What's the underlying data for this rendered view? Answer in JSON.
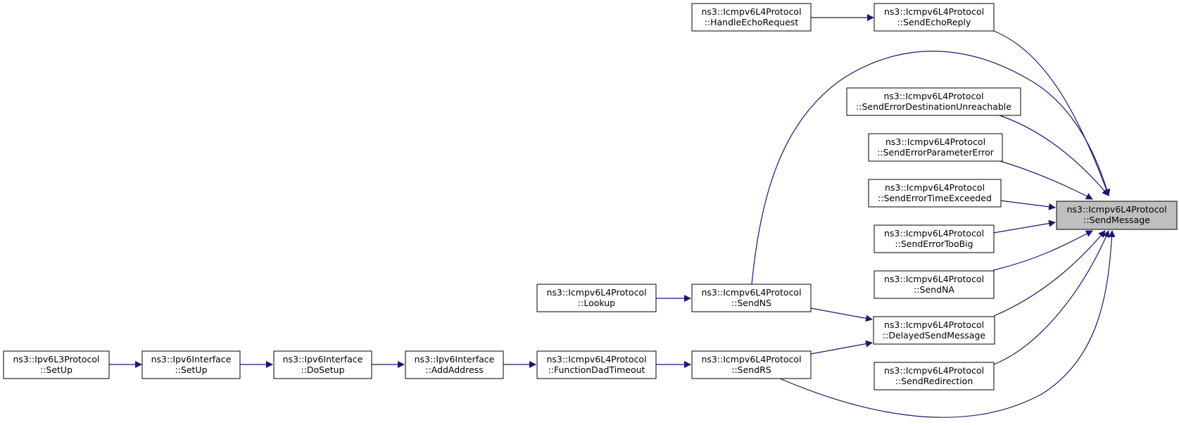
{
  "colors": {
    "edge": "#191970",
    "node_fill": "#ffffff",
    "focus_fill": "#bfbfbf",
    "node_border": "#000000"
  },
  "nodes": {
    "send_message": {
      "line1": "ns3::Icmpv6L4Protocol",
      "line2": "::SendMessage",
      "highlight": true
    },
    "send_echo_reply": {
      "line1": "ns3::Icmpv6L4Protocol",
      "line2": "::SendEchoReply"
    },
    "handle_echo_request": {
      "line1": "ns3::Icmpv6L4Protocol",
      "line2": "::HandleEchoRequest"
    },
    "send_error_dest_unreach": {
      "line1": "ns3::Icmpv6L4Protocol",
      "line2": "::SendErrorDestinationUnreachable"
    },
    "send_error_param": {
      "line1": "ns3::Icmpv6L4Protocol",
      "line2": "::SendErrorParameterError"
    },
    "send_error_time": {
      "line1": "ns3::Icmpv6L4Protocol",
      "line2": "::SendErrorTimeExceeded"
    },
    "send_error_toobig": {
      "line1": "ns3::Icmpv6L4Protocol",
      "line2": "::SendErrorTooBig"
    },
    "send_na": {
      "line1": "ns3::Icmpv6L4Protocol",
      "line2": "::SendNA"
    },
    "delayed_send": {
      "line1": "ns3::Icmpv6L4Protocol",
      "line2": "::DelayedSendMessage"
    },
    "send_redirection": {
      "line1": "ns3::Icmpv6L4Protocol",
      "line2": "::SendRedirection"
    },
    "send_ns": {
      "line1": "ns3::Icmpv6L4Protocol",
      "line2": "::SendNS"
    },
    "lookup": {
      "line1": "ns3::Icmpv6L4Protocol",
      "line2": "::Lookup"
    },
    "send_rs": {
      "line1": "ns3::Icmpv6L4Protocol",
      "line2": "::SendRS"
    },
    "dad_timeout": {
      "line1": "ns3::Icmpv6L4Protocol",
      "line2": "::FunctionDadTimeout"
    },
    "add_address": {
      "line1": "ns3::Ipv6Interface",
      "line2": "::AddAddress"
    },
    "do_setup": {
      "line1": "ns3::Ipv6Interface",
      "line2": "::DoSetup"
    },
    "iface_setup": {
      "line1": "ns3::Ipv6Interface",
      "line2": "::SetUp"
    },
    "l3_setup": {
      "line1": "ns3::Ipv6L3Protocol",
      "line2": "::SetUp"
    }
  }
}
